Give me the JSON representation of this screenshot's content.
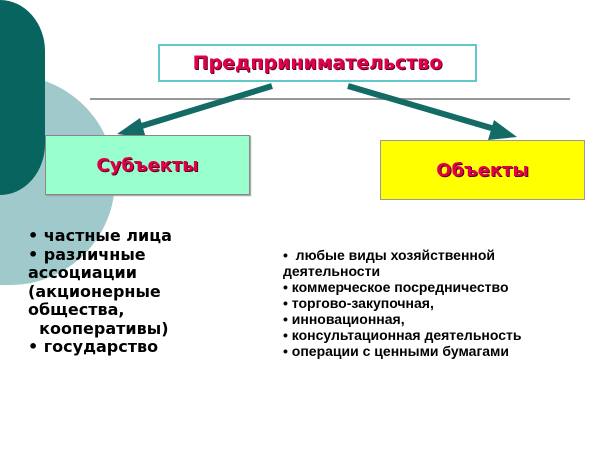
{
  "title": "Предпринимательство",
  "subjects": {
    "label": "Субъекты",
    "items": [
      "• частные лица",
      "• различные",
      "ассоциации",
      "(акционерные",
      "общества,",
      "  кооперативы)",
      "• государство"
    ]
  },
  "objects": {
    "label": "Объекты",
    "items": [
      "•  любые виды хозяйственной",
      "деятельности",
      "• коммерческое посредничество",
      "• торгово-закупочная,",
      "• инновационная,",
      "• консультационная деятельность",
      "• операции с ценными бумагами"
    ]
  },
  "colors": {
    "teal": "#08645e",
    "light_teal": "#9fc9cb",
    "subjects_bg": "#99ffcc",
    "objects_bg": "#ffff00",
    "text_accent": "#e0004a"
  }
}
